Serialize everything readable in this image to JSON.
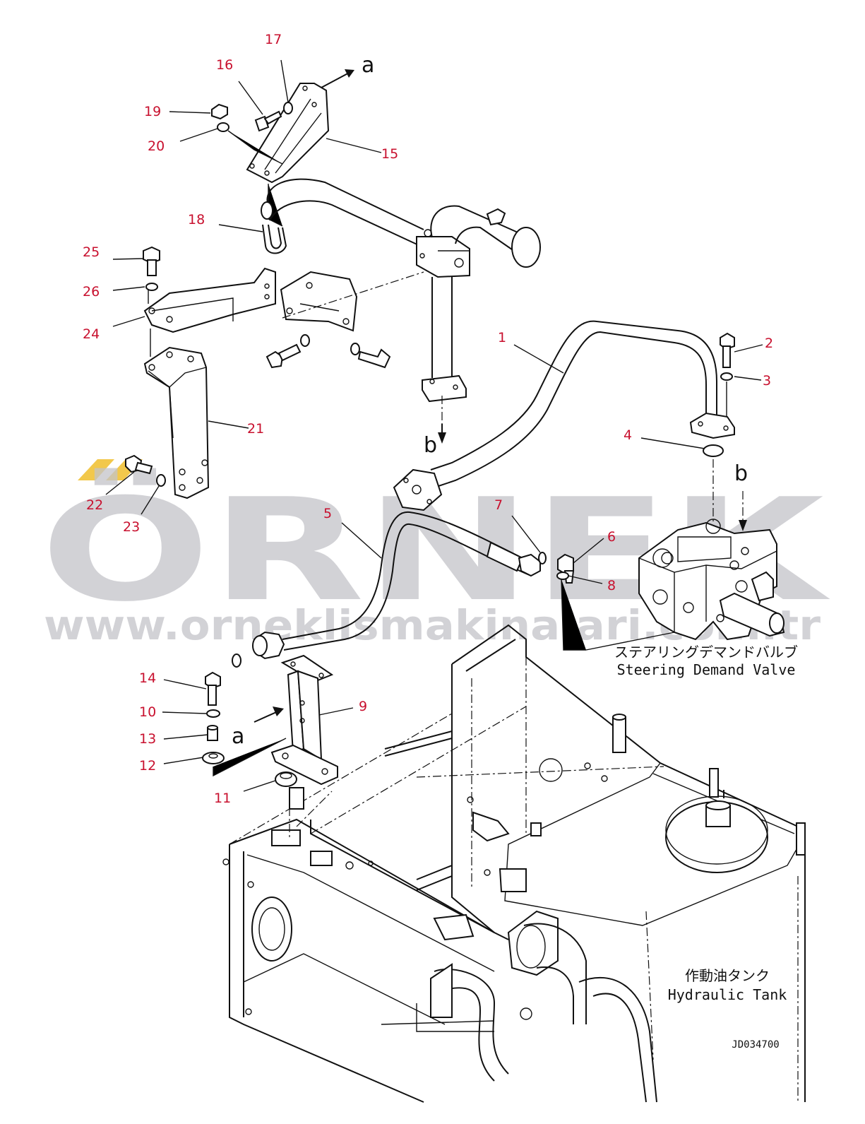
{
  "watermark": {
    "brand": "ÖRNEK",
    "url": "www.orneklismakinalari.com.tr",
    "brand_color": "#c4c4c9",
    "accent_color": "#f2c84b"
  },
  "callout_color": "#c8102e",
  "callouts": [
    "1",
    "2",
    "3",
    "4",
    "5",
    "6",
    "7",
    "8",
    "9",
    "10",
    "11",
    "12",
    "13",
    "14",
    "15",
    "16",
    "17",
    "18",
    "19",
    "20",
    "21",
    "22",
    "23",
    "24",
    "25",
    "26"
  ],
  "arrow_labels": {
    "a": "a",
    "b": "b"
  },
  "labels": {
    "steering_jp": "ステアリングデマンドバルブ",
    "steering_en": "Steering Demand Valve",
    "tank_jp": "作動油タンク",
    "tank_en": "Hydraulic Tank"
  },
  "drawing_code": "JD034700"
}
